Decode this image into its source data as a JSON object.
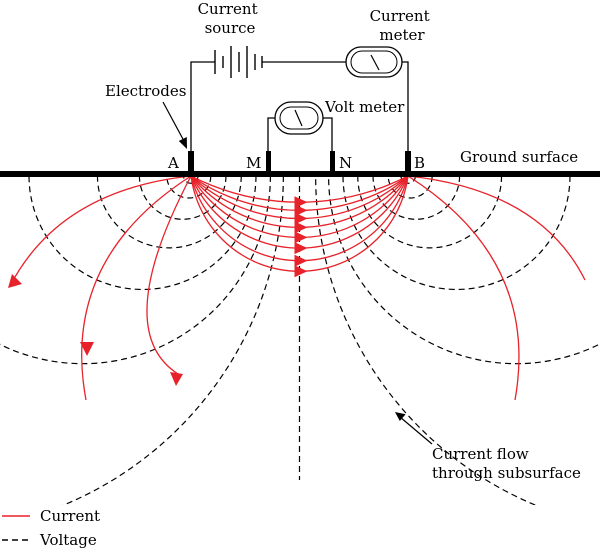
{
  "labels": {
    "current_source": [
      "Current",
      "source"
    ],
    "current_meter": [
      "Current",
      "meter"
    ],
    "electrodes": "Electrodes",
    "volt_meter": "Volt meter",
    "electrode_a": "A",
    "electrode_m": "M",
    "electrode_n": "N",
    "electrode_b": "B",
    "ground_surface": "Ground surface",
    "current_flow": [
      "Current flow",
      "through subsurface"
    ]
  },
  "legend": {
    "current": "Current",
    "voltage": "Voltage"
  },
  "colors": {
    "current": "#e8222a",
    "voltage": "#000000",
    "ground": "#000000"
  }
}
